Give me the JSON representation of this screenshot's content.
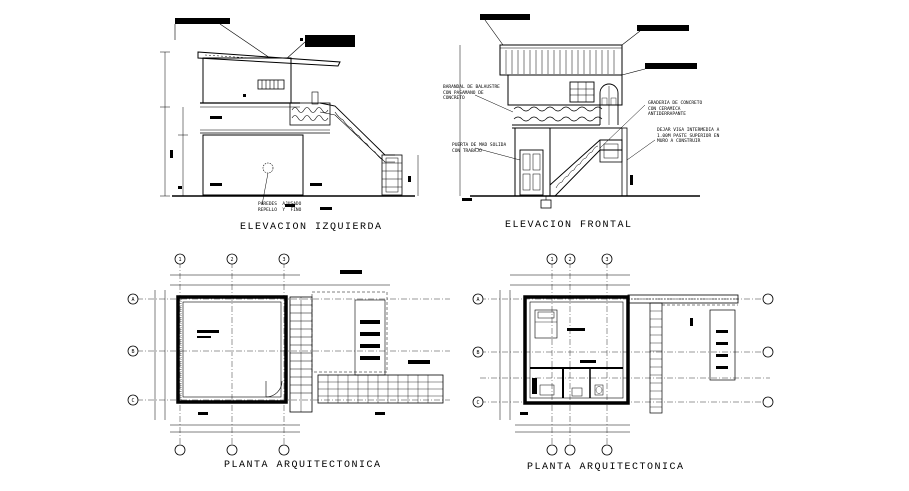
{
  "drawings": {
    "left_elevation": {
      "title": "ELEVACION  IZQUIERDA",
      "note_walls": "PAREDES  AJUSADO\nREPELLO  Y  FINO"
    },
    "front_elevation": {
      "title": "ELEVACION  FRONTAL",
      "note_balustrade": "BARANDAL DE BALAUSTRE\nCON PASAMANO DE\nCONCRETO",
      "note_door": "PUERTA DE MAD SOLIDA\nCON TRABAJO",
      "note_stair": "GRADERIA DE CONCRETO\nCON CERAMICA\nANTIDERRAPANTE",
      "note_beam": "DEJAR VIGA INTERMEDIA A\n1.00M PASTE SUPERIOR EN\nMURO A CONSTRUIR"
    },
    "plan_ground": {
      "title": "PLANTA  ARQUITECTONICA"
    },
    "plan_upper": {
      "title": "PLANTA  ARQUITECTONICA"
    }
  },
  "axes": {
    "plan_ground_columns": [
      "1",
      "2",
      "3"
    ],
    "plan_ground_rows": [
      "A",
      "B",
      "C"
    ],
    "plan_upper_columns": [
      "1",
      "2",
      "3"
    ],
    "plan_upper_rows": [
      "A",
      "B",
      "C"
    ]
  }
}
